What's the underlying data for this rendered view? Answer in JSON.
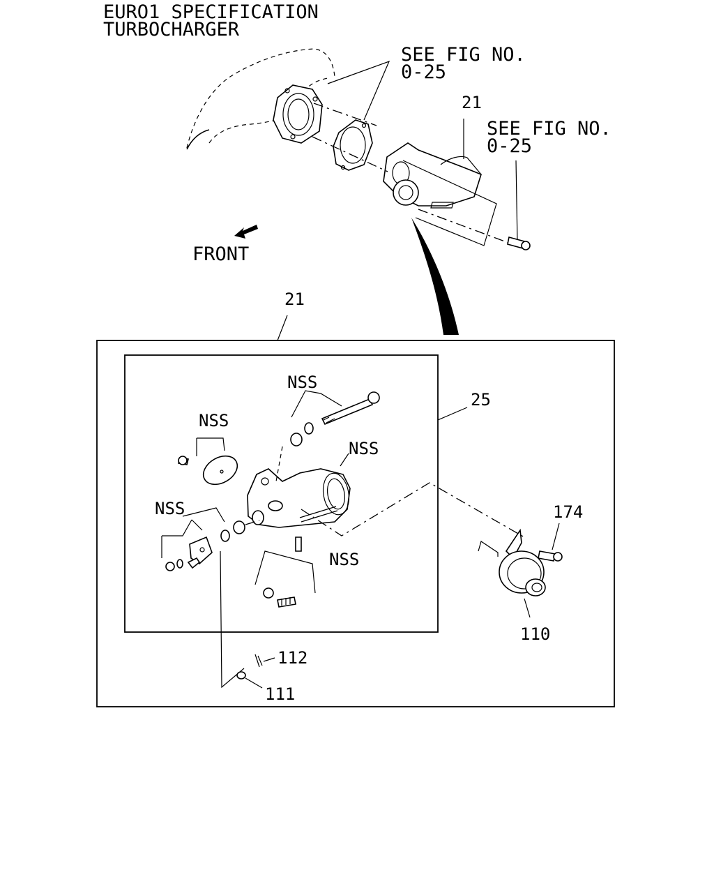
{
  "title": {
    "line1": "EURO1 SPECIFICATION",
    "line2": "TURBOCHARGER"
  },
  "callouts": {
    "see_fig_upper": {
      "line1": "SEE FIG NO.",
      "line2": "0-25"
    },
    "see_fig_right": {
      "line1": "SEE FIG NO.",
      "line2": "0-25"
    },
    "front": "FRONT",
    "ref_21_top": "21",
    "ref_21_box": "21",
    "ref_25": "25",
    "nss_1": "NSS",
    "nss_2": "NSS",
    "nss_3": "NSS",
    "nss_4": "NSS",
    "nss_5": "NSS",
    "ref_174": "174",
    "ref_110": "110",
    "ref_112": "112",
    "ref_111": "111"
  }
}
